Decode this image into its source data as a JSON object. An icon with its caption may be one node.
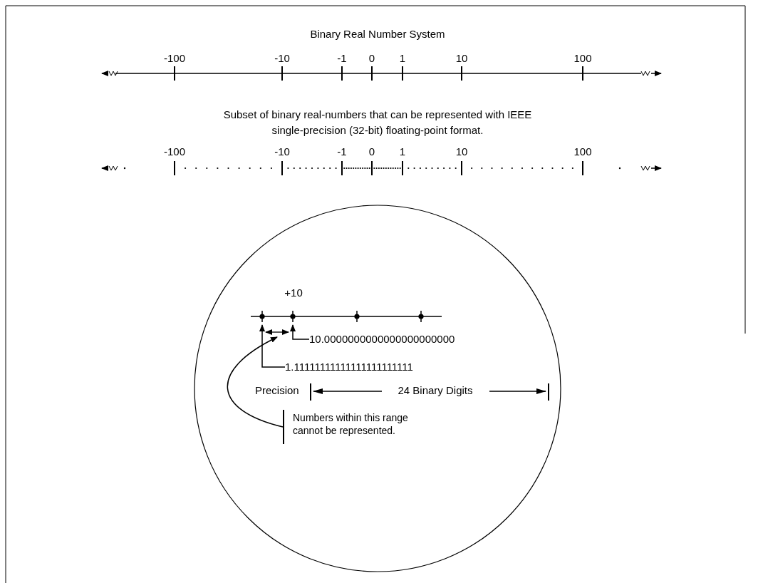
{
  "diagram": {
    "title": "Binary Real Number System",
    "nodes": [
      {
        "text": [],
        "shape": "circle"
      },
      {
        "text": [],
        "shape": "circle",
        "in": 0
      },
      {
        "text": [],
        "shape": "circle",
        "in": 0
      },
      {
        "text": [],
        "shape": "circle",
        "in": 0
      },
      {
        "text": [],
        "shape": "circle",
        "in": 0
      },
      {
        "text": [],
        "shape": "arrow",
        "in": 0
      },
      {
        "text": [
          "10.0000000000000000000000"
        ],
        "in": 0
      },
      {
        "text": [
          "1.11111111111111111111111"
        ],
        "in": 0
      },
      {
        "text": [
          "Numbers within this range cannot be represented."
        ],
        "in": 0
      }
    ],
    "edges": [
      {
        "from": 6,
        "to": 2,
        "arrow": "to"
      },
      {
        "from": 7,
        "to": 1,
        "arrow": "to"
      },
      {
        "from": 8,
        "to": 5,
        "arrow": "to"
      }
    ],
    "labels": [
      "-100",
      "-10",
      "-1",
      "0",
      "1",
      "10",
      "100",
      "Subset of binary real-numbers that can be represented with IEEE single-precision (32-bit) floating-point format.",
      "-100",
      "-10",
      "-1",
      "0",
      "1",
      "10",
      "100",
      "+10",
      "Precision",
      "24 Binary Digits"
    ]
  }
}
